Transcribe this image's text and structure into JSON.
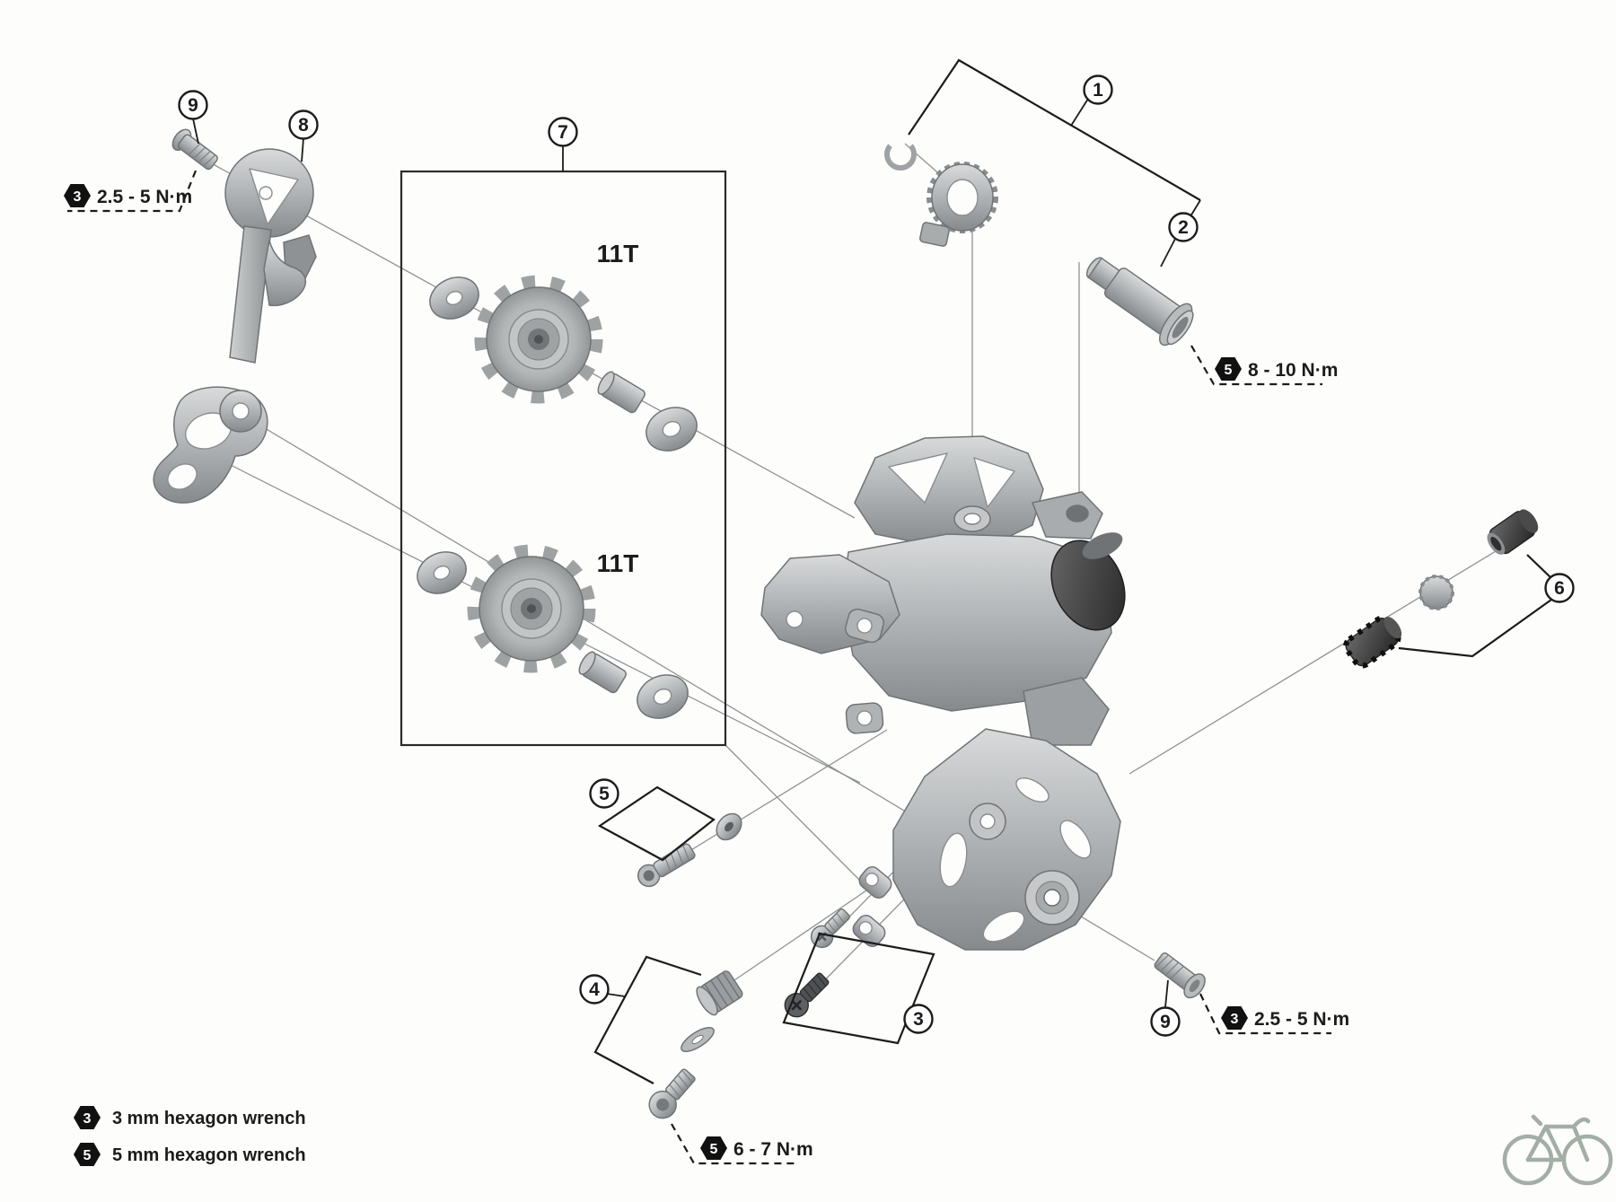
{
  "diagram": {
    "callouts": {
      "c1": "1",
      "c2": "2",
      "c3": "3",
      "c4": "4",
      "c5": "5",
      "c6": "6",
      "c7": "7",
      "c8": "8",
      "c9_top": "9",
      "c9_bottom": "9"
    },
    "part_labels": {
      "upper_pulley": "11T",
      "lower_pulley": "11T"
    },
    "torque_labels": {
      "top_left": {
        "tool": "3",
        "value": "2.5 - 5 N·m"
      },
      "axle": {
        "tool": "5",
        "value": "8 - 10 N·m"
      },
      "cage_bolt": {
        "tool": "5",
        "value": "6 - 7 N·m"
      },
      "bottom_right": {
        "tool": "3",
        "value": "2.5 - 5 N·m"
      }
    },
    "legend": {
      "rows": [
        {
          "tool": "3",
          "text": "3 mm hexagon wrench"
        },
        {
          "tool": "5",
          "text": "5 mm hexagon wrench"
        }
      ]
    },
    "colors": {
      "accent_dark": "#2f2f2f",
      "part_mid": "#b4b7b8",
      "logo": "#a3aea6"
    }
  }
}
